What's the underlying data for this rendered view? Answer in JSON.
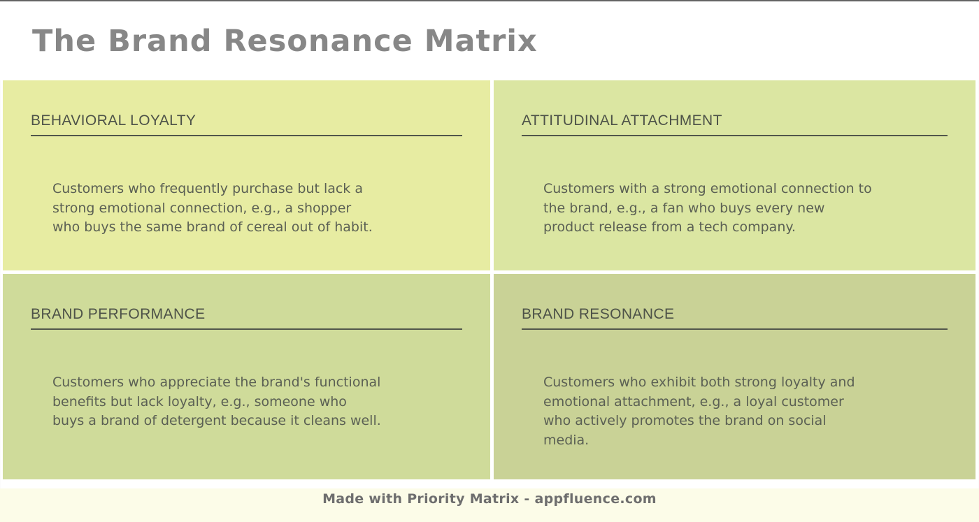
{
  "page": {
    "title": "The Brand Resonance Matrix",
    "footer_text": "Made with Priority Matrix - appfluence.com"
  },
  "colors": {
    "top_border": "#646464",
    "page_background": "#ffffff",
    "title_text": "#878787",
    "quadrant_title_text": "#4d5248",
    "quadrant_rule": "#51564b",
    "quadrant_body_text": "#5b6054",
    "footer_background": "#fcfce8",
    "footer_text": "#6e6e6e",
    "quadrant_top_left_bg": "#e7eca2",
    "quadrant_top_right_bg": "#dbe6a2",
    "quadrant_bottom_left_bg": "#cfdb9a",
    "quadrant_bottom_right_bg": "#c9d296"
  },
  "quadrants": [
    {
      "id": "behavioral-loyalty",
      "title": "BEHAVIORAL LOYALTY",
      "bg": "#e7eca2",
      "lines": [
        "Customers who frequently purchase but lack a",
        "strong emotional connection, e.g., a shopper",
        "who buys the same brand of cereal out of habit."
      ]
    },
    {
      "id": "attitudinal-attachment",
      "title": "ATTITUDINAL ATTACHMENT",
      "bg": "#dbe6a2",
      "lines": [
        "Customers with a strong emotional connection to",
        "the brand, e.g., a fan who buys every new",
        "product release from a tech company."
      ]
    },
    {
      "id": "brand-performance",
      "title": "BRAND PERFORMANCE",
      "bg": "#cfdb9a",
      "lines": [
        "Customers who appreciate the brand's functional",
        "benefits but lack loyalty, e.g., someone who",
        "buys a brand of detergent because it cleans well."
      ]
    },
    {
      "id": "brand-resonance",
      "title": "BRAND RESONANCE",
      "bg": "#c9d296",
      "lines": [
        "Customers who exhibit both strong loyalty and",
        "emotional attachment, e.g., a loyal customer",
        "who actively promotes the brand on social",
        "media."
      ]
    }
  ]
}
